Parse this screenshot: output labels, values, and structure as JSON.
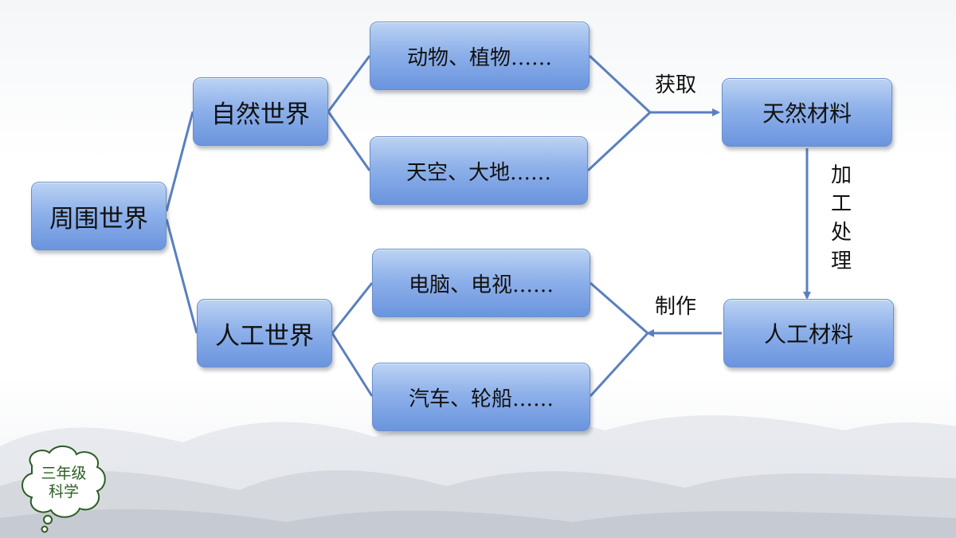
{
  "nodes": {
    "surroundings": "周围世界",
    "natural_world": "自然世界",
    "artificial_world": "人工世界",
    "animals_plants": "动物、植物……",
    "sky_earth": "天空、大地……",
    "computer_tv": "电脑、电视……",
    "car_ship": "汽车、轮船……",
    "natural_materials": "天然材料",
    "artificial_materials": "人工材料"
  },
  "edge_labels": {
    "obtain": "获取",
    "process_chars": [
      "加",
      "工",
      "处",
      "理"
    ],
    "make": "制作"
  },
  "badge": {
    "line1": "三年级",
    "line2": "科学"
  },
  "colors": {
    "node_fill": "#8eb1ea",
    "connector": "#5a7fc0",
    "badge_outline": "#2b5d22"
  }
}
